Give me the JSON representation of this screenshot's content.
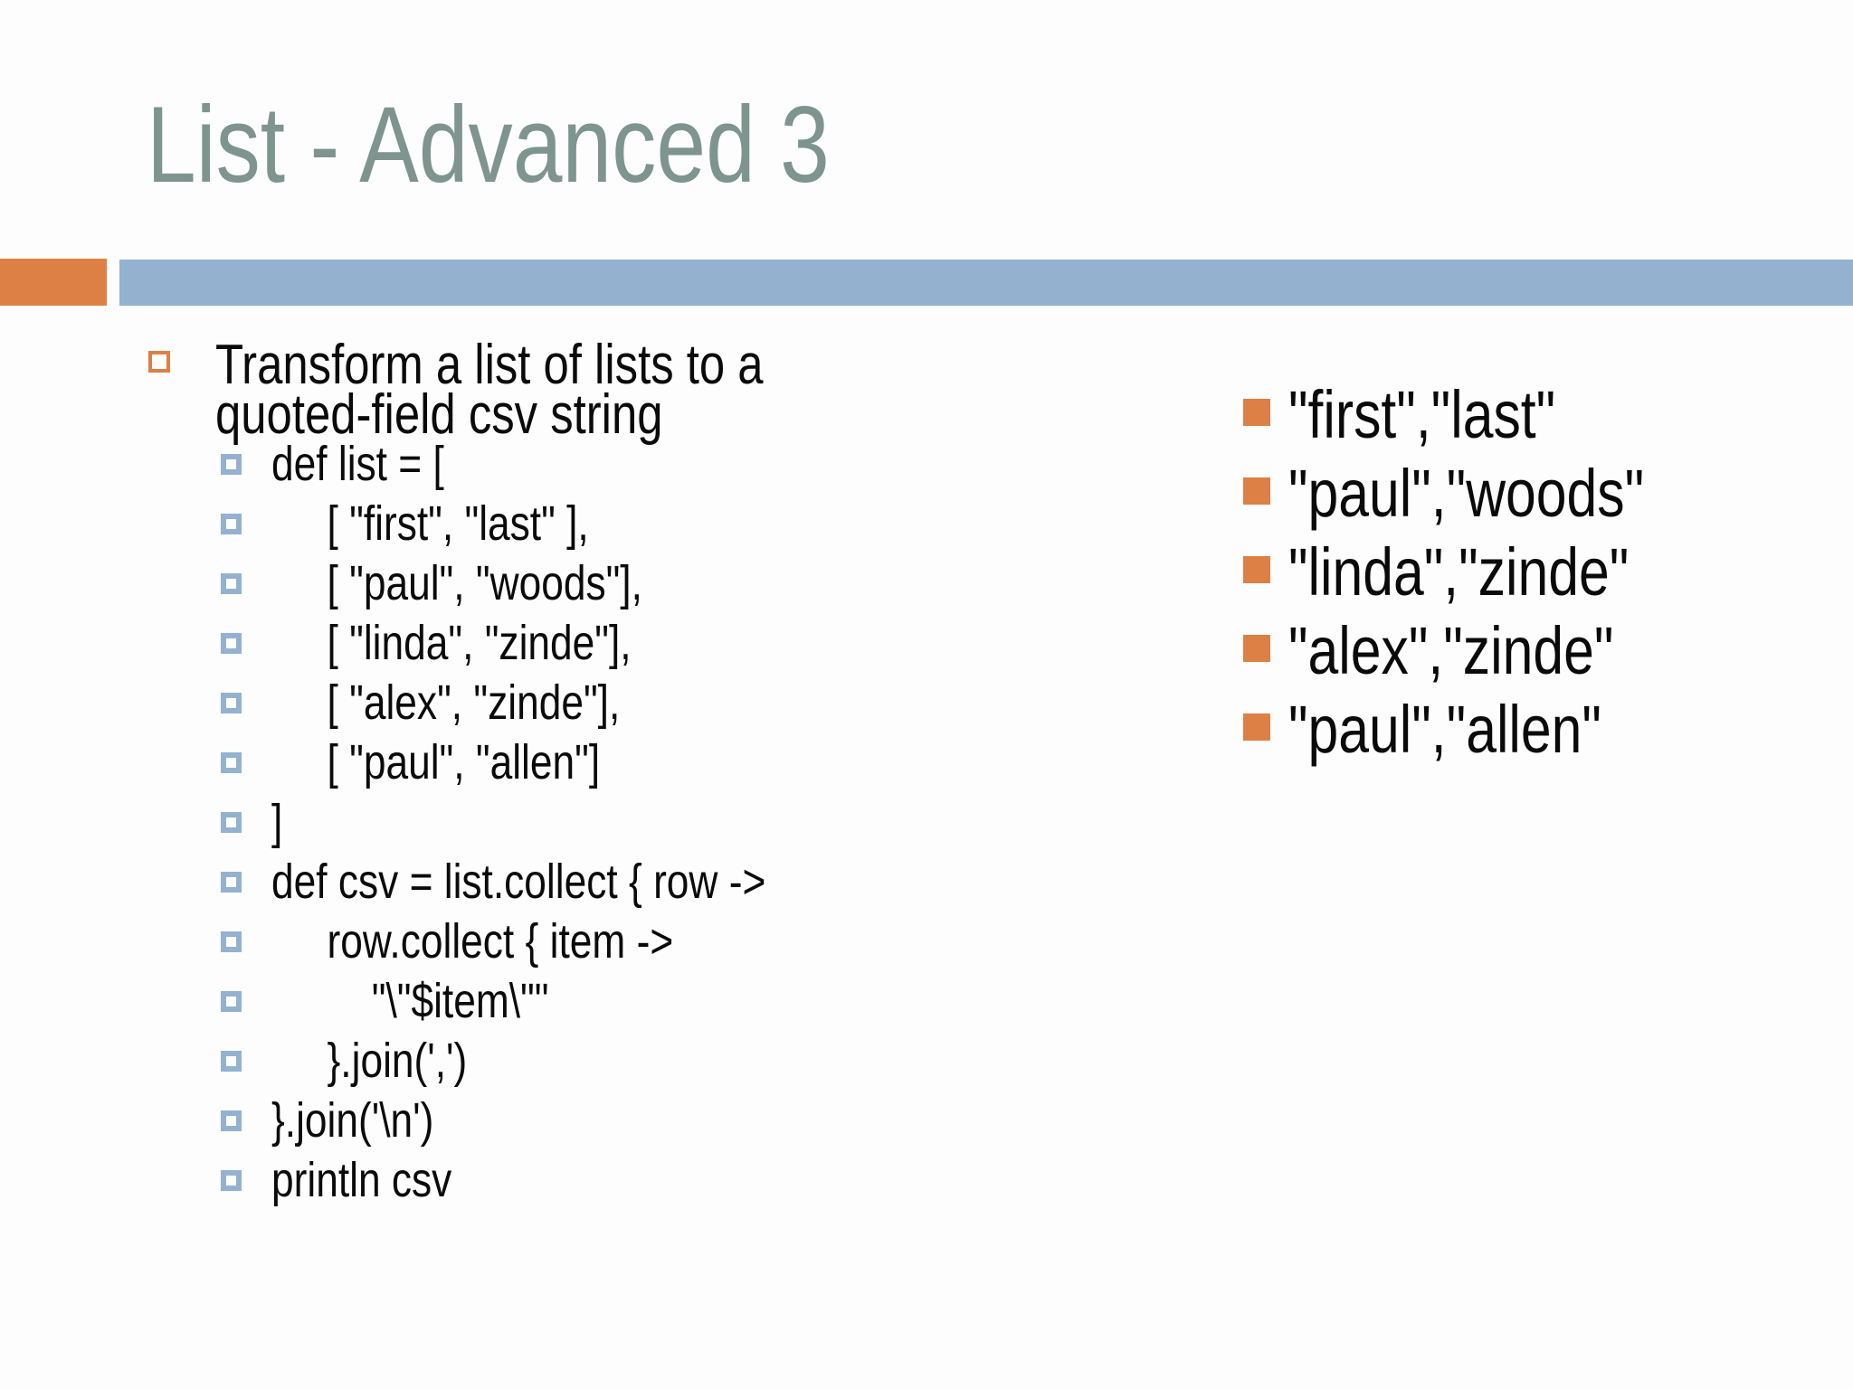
{
  "slide": {
    "title": "List - Advanced 3",
    "intro": {
      "line1": "Transform a list of lists to a",
      "line2": "quoted-field csv string"
    },
    "code_lines": [
      "def list = [",
      "     [ \"first\", \"last\" ],",
      "     [ \"paul\", \"woods\"],",
      "     [ \"linda\", \"zinde\"],",
      "     [ \"alex\", \"zinde\"],",
      "     [ \"paul\", \"allen\"]",
      "]",
      "def csv = list.collect { row ->",
      "     row.collect { item ->",
      "         \"\\\"$item\\\"\"",
      "     }.join(',')",
      "}.join('\\n')",
      "println csv"
    ],
    "output_lines": [
      "\"first\",\"last\"",
      "\"paul\",\"woods\"",
      "\"linda\",\"zinde\"",
      "\"alex\",\"zinde\"",
      "\"paul\",\"allen\""
    ],
    "colors": {
      "accent_orange": "#dc8045",
      "accent_blue": "#94b2cf",
      "title_text": "#7e948f",
      "body_text": "#0a0a0a",
      "background": "#fdfdfd"
    },
    "icons": {
      "level1_bullet": "orange-hollow-square-bullet-icon",
      "level2_bullet": "blue-square-bullet-icon",
      "output_bullet": "orange-filled-square-bullet-icon"
    }
  }
}
